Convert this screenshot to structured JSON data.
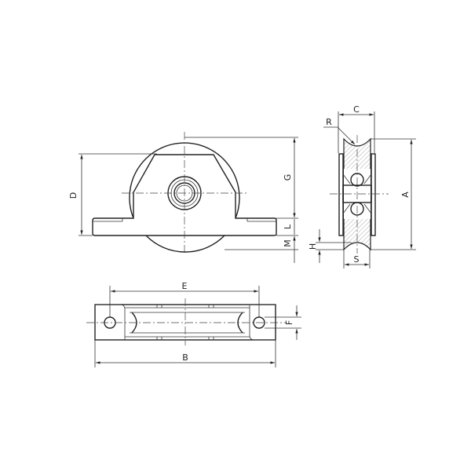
{
  "labels": {
    "A": "A",
    "B": "B",
    "C": "C",
    "D": "D",
    "E": "E",
    "F": "F",
    "G": "G",
    "H": "H",
    "L": "L",
    "M": "M",
    "R": "R",
    "S": "S"
  },
  "colors": {
    "line": "#222222",
    "background": "#ffffff"
  }
}
